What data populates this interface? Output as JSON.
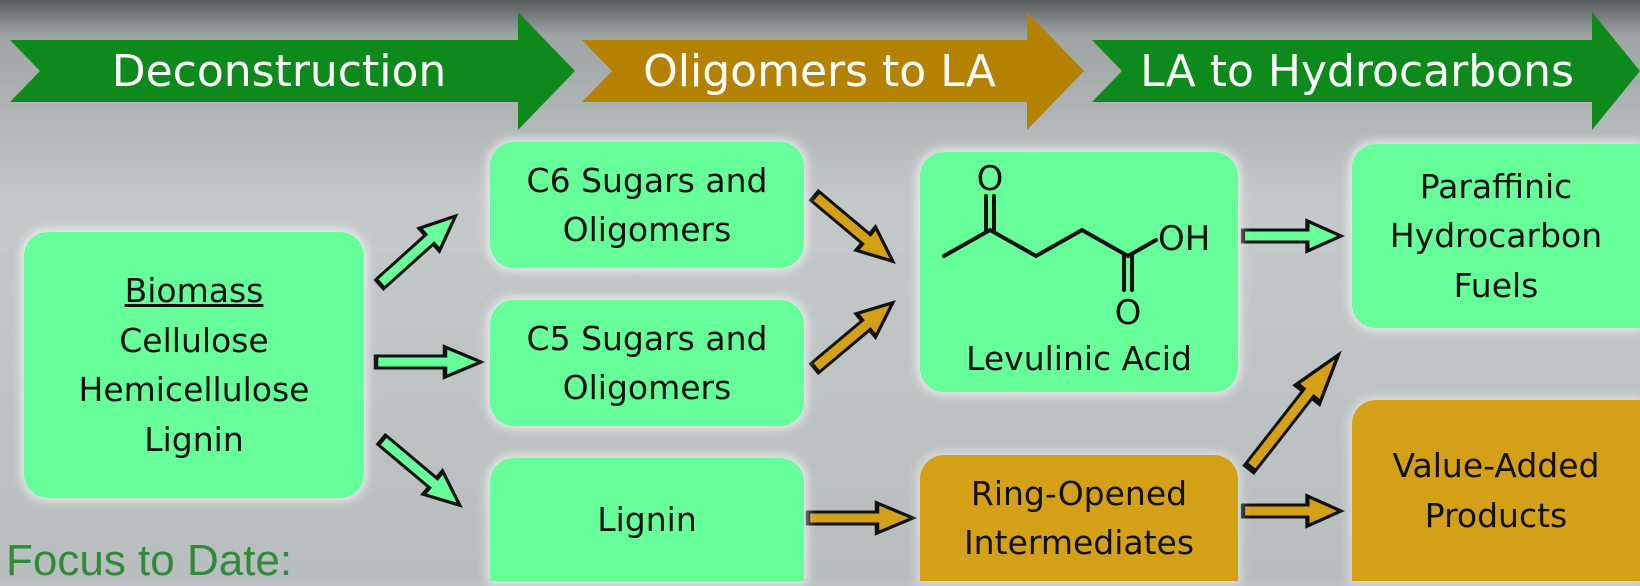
{
  "colors": {
    "stage_green": "#0e8a1c",
    "stage_gold": "#b58200",
    "box_green": "#66ff99",
    "box_gold": "#d4a017",
    "arrow_green": "#66ff99",
    "arrow_gold": "#d4a017",
    "text_footer": "#2f8a3a"
  },
  "stages": [
    {
      "label": "Deconstruction"
    },
    {
      "label": "Oligomers to LA"
    },
    {
      "label": "LA to Hydrocarbons"
    }
  ],
  "nodes": {
    "biomass": {
      "title": "Biomass",
      "lines": [
        "Cellulose",
        "Hemicellulose",
        "Lignin"
      ]
    },
    "c6": {
      "lines": [
        "C6 Sugars and",
        "Oligomers"
      ]
    },
    "c5": {
      "lines": [
        "C5 Sugars and",
        "Oligomers"
      ]
    },
    "lignin": {
      "lines": [
        "Lignin"
      ]
    },
    "levulinic": {
      "label": "Levulinic Acid",
      "atoms": {
        "o_top": "O",
        "oh": "OH",
        "o_bottom": "O"
      }
    },
    "ring": {
      "lines": [
        "Ring-Opened",
        "Intermediates"
      ]
    },
    "paraffinic": {
      "lines": [
        "Paraffinic",
        "Hydrocarbon",
        "Fuels"
      ]
    },
    "value": {
      "lines": [
        "Value-Added",
        "Products"
      ]
    }
  },
  "footer": {
    "text": "Focus to Date:"
  }
}
